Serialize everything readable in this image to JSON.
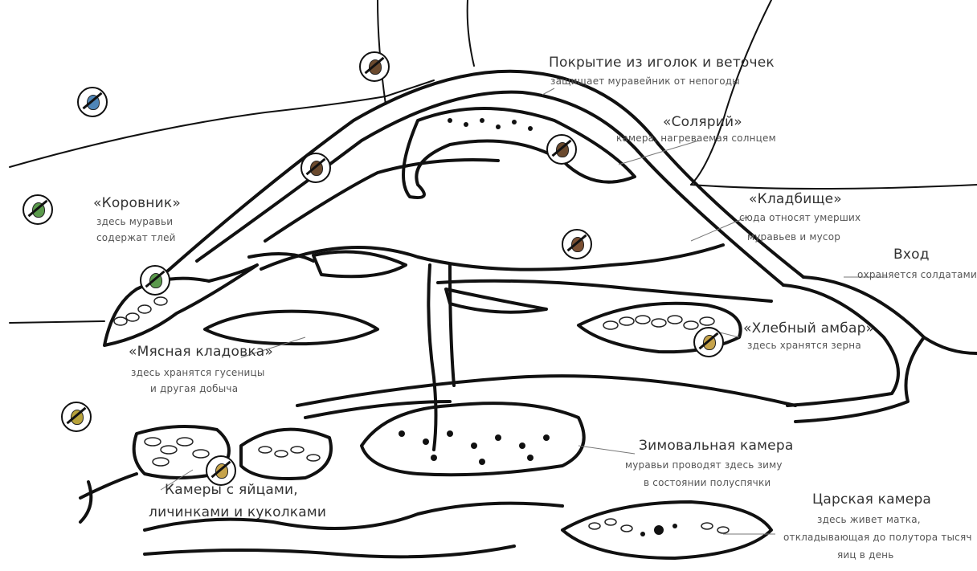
{
  "labels": {
    "cover_title": "Покрытие из иголок и веточек",
    "cover_desc": "защищает муравейник от непогоды",
    "solarium_title": "«Солярий»",
    "solarium_desc": "камера, нагреваемая солнцем",
    "cemetery_title": "«Кладбище»",
    "cemetery_desc_1": "сюда относят умерших",
    "cemetery_desc_2": "муравьев и мусор",
    "entrance_title": "Вход",
    "entrance_desc": "охраняется солдатами",
    "cowshed_title": "«Коровник»",
    "cowshed_desc_1": "здесь муравьи",
    "cowshed_desc_2": "содержат тлей",
    "granary_title": "«Хлебный амбар»",
    "granary_desc": "здесь хранятся зерна",
    "meat_title": "«Мясная кладовка»",
    "meat_desc_1": "здесь хранятся гусеницы",
    "meat_desc_2": "и другая добыча",
    "winter_title": "Зимовальная камера",
    "winter_desc_1": "муравьи проводят здесь зиму",
    "winter_desc_2": "в состоянии полуспячки",
    "royal_title": "Царская камера",
    "royal_desc_1": "здесь живет матка,",
    "royal_desc_2": "откладывающая до полутора тысяч",
    "royal_desc_3": "яиц в день",
    "eggs_title_1": "Камеры с яйцами,",
    "eggs_title_2": "личинками и куколками"
  },
  "badges": [
    {
      "name": "nut-badge-top",
      "color": "#6b4a2e"
    },
    {
      "name": "blue-badge",
      "color": "#4f86b8"
    },
    {
      "name": "brown-badge-left",
      "color": "#6b4a2e"
    },
    {
      "name": "green-badge-left",
      "color": "#5b9a4c"
    },
    {
      "name": "green-badge-cowshed",
      "color": "#5b9a4c"
    },
    {
      "name": "yellow-badge",
      "color": "#b8a23a"
    },
    {
      "name": "seed-badge-eggs",
      "color": "#c6a34a"
    },
    {
      "name": "nut-badge-solarium",
      "color": "#6b4a2e"
    },
    {
      "name": "nut-badge-center",
      "color": "#7a4f32"
    },
    {
      "name": "grain-badge",
      "color": "#c6a34a"
    }
  ]
}
